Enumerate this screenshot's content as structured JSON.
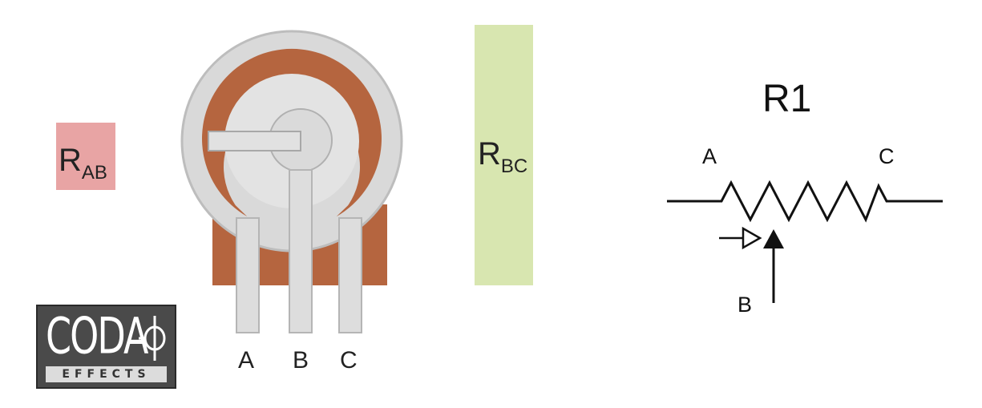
{
  "potentiometer": {
    "pins": [
      {
        "label": "A"
      },
      {
        "label": "B"
      },
      {
        "label": "C"
      }
    ],
    "colors": {
      "track": "#b5653f",
      "body": "#d9d9d9",
      "pin": "#dddddd"
    }
  },
  "resistance_ab": {
    "main": "R",
    "sub": "AB",
    "color": "#e8a4a4"
  },
  "resistance_bc": {
    "main": "R",
    "sub": "BC",
    "color": "#d8e6b0"
  },
  "schematic": {
    "title": "R1",
    "label_a": "A",
    "label_c": "C",
    "label_b": "B"
  },
  "logo": {
    "name": "CODA",
    "subtitle": "EFFECTS"
  }
}
